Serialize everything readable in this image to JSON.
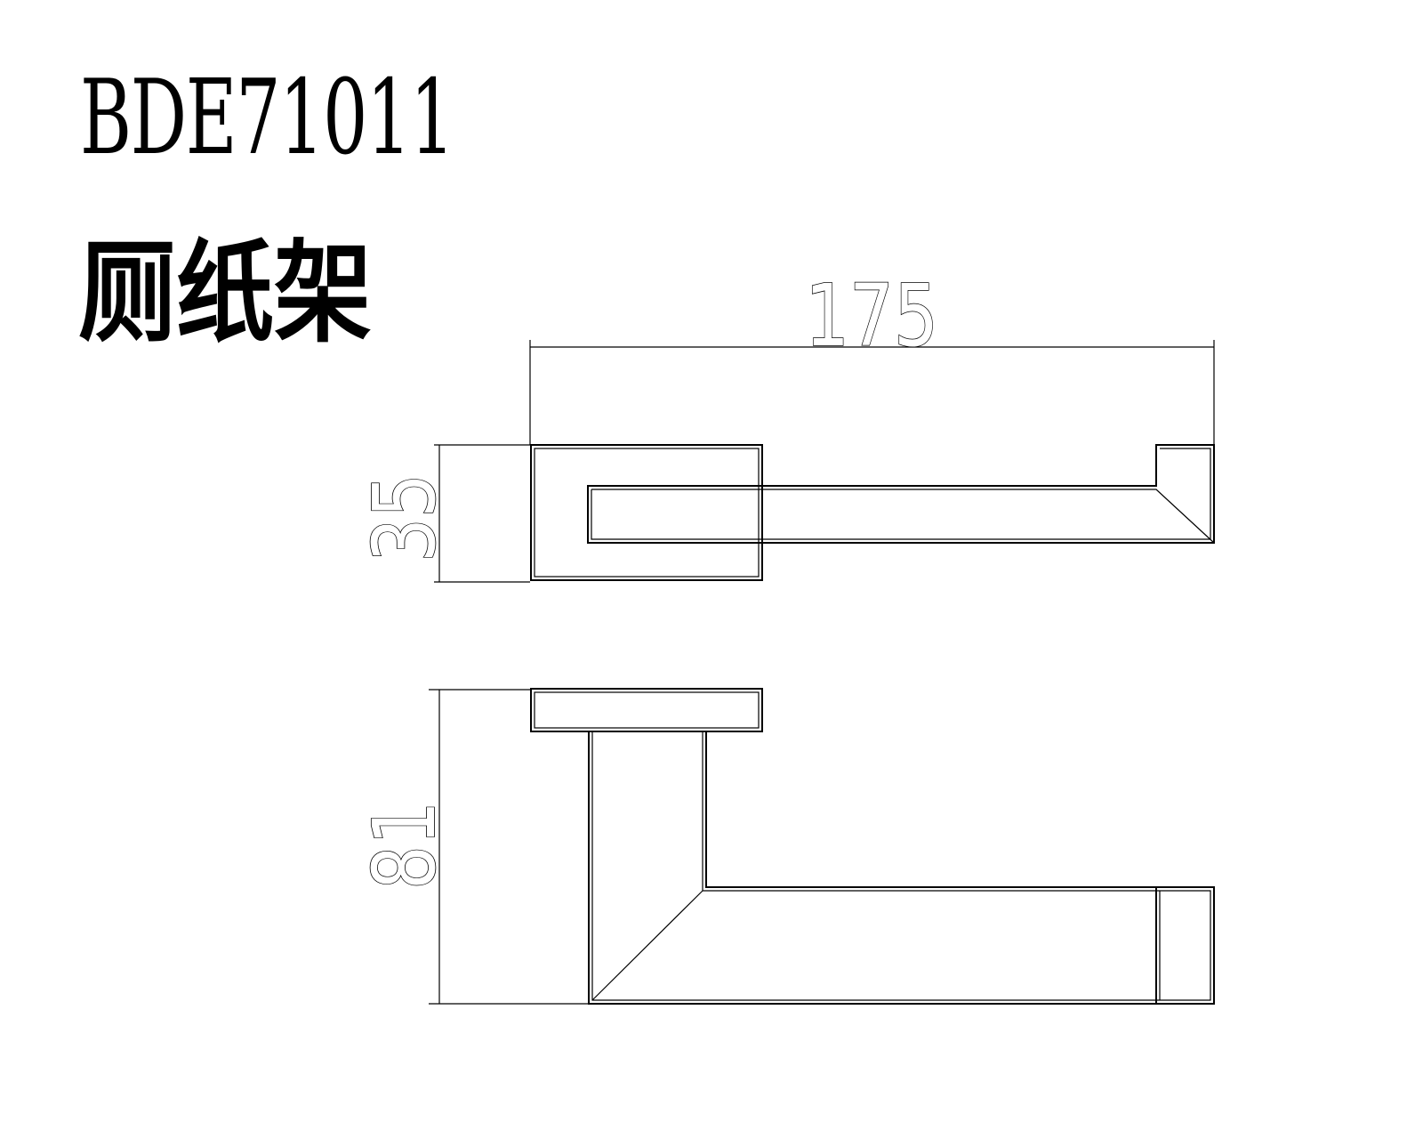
{
  "drawing": {
    "model_number": "BDE71011",
    "product_name": "厕纸架",
    "dimensions": {
      "width": "175",
      "depth": "35",
      "height": "81"
    },
    "views": [
      "top-view",
      "front-view"
    ]
  }
}
